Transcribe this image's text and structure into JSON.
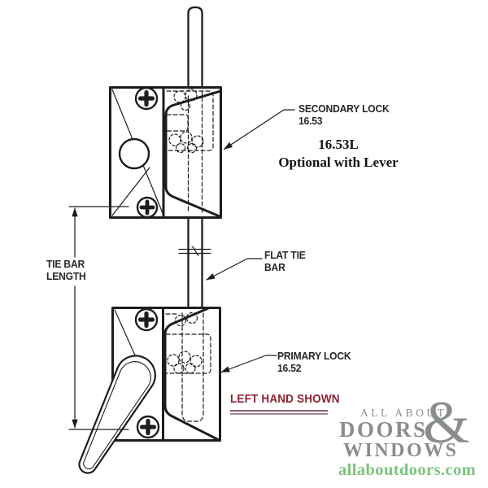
{
  "diagram": {
    "labels": {
      "secondary_lock_name": "SECONDARY LOCK",
      "secondary_lock_number": "16.53",
      "lever_option_number": "16.53L",
      "lever_option_text": "Optional with Lever",
      "flat_tie_bar": "FLAT TIE BAR",
      "primary_lock_name": "PRIMARY LOCK",
      "primary_lock_number": "16.52",
      "tie_bar_length": "TIE BAR LENGTH",
      "handing_note": "LEFT HAND SHOWN"
    }
  },
  "branding": {
    "line1": "ALL ABOUT",
    "ampersand": "&",
    "line2": "DOORS",
    "line3": "WINDOWS",
    "website": "allaboutdoors.com"
  },
  "colors": {
    "line_art": "#1d1d1f",
    "handing_red": "#8e2433",
    "logo_gray": "#8a8d8f",
    "logo_green": "#7cc47e"
  }
}
